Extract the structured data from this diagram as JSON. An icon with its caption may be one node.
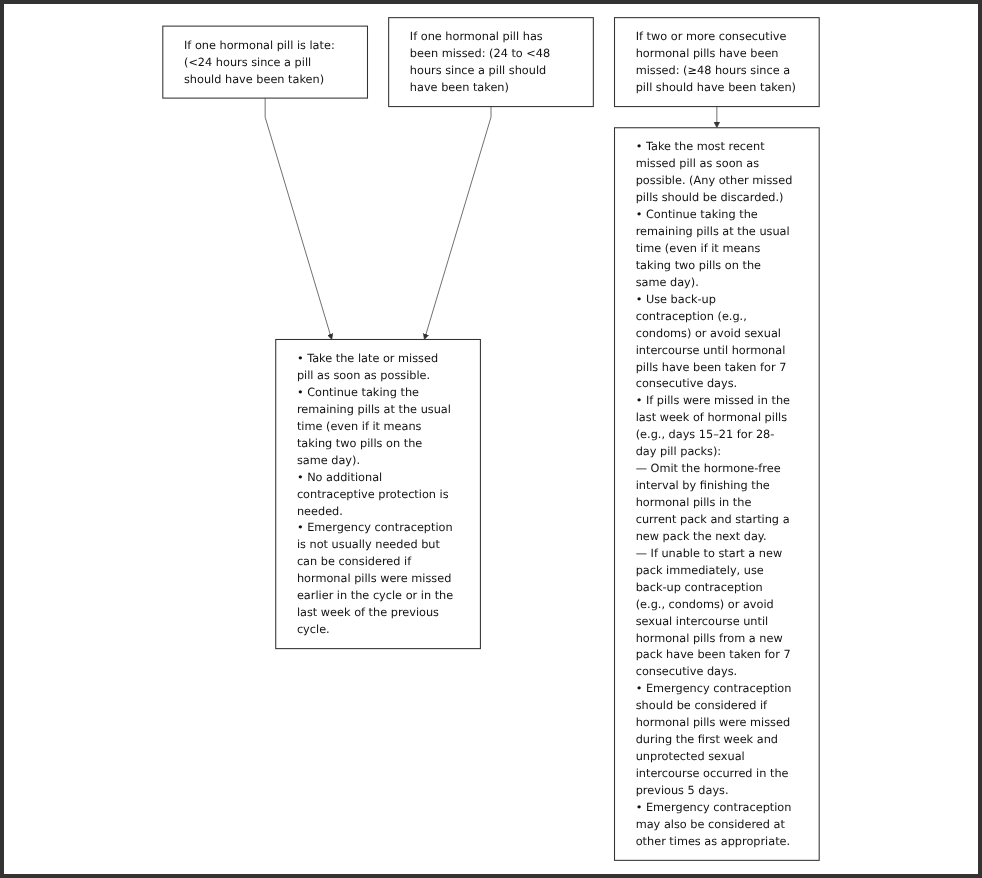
{
  "diagram": {
    "nodes": [
      {
        "text": [
          "If one hormonal pill is late: (<24 hours since a pill should have been taken)"
        ]
      },
      {
        "text": [
          "If one hormonal pill has been missed: (24 to <48 hours since a pill should have been taken)"
        ]
      },
      {
        "text": [
          "If two or more consecutive hormonal pills have been missed: (≥48 hours since a pill should have been taken)"
        ]
      },
      {
        "text": [
          "• Take the late or missed pill as soon as possible.",
          "• Continue taking the remaining pills at the usual time (even if it means taking two pills on the same day).",
          "• No additional contraceptive protection is needed.",
          "• Emergency contraception is not usually needed but can be considered if hormonal pills were missed earlier in the cycle or in the last week of the previous cycle."
        ]
      },
      {
        "text": [
          "• Take the most recent missed pill as soon as possible. (Any other missed pills should be discarded.)",
          "• Continue taking the remaining pills at the usual time (even if it means taking two pills on the same day).",
          "• Use back-up contraception (e.g., condoms) or avoid sexual intercourse until hormonal pills have been taken for 7 consecutive days.",
          "• If pills were missed in the last week of hormonal pills (e.g., days 15–21 for 28-day pill packs):",
          "— Omit the hormone-free interval by finishing the hormonal pills in the current pack and starting a new pack the next day.",
          "— If unable to start a new pack immediately, use back-up contraception (e.g., condoms) or avoid sexual intercourse until hormonal pills from a new pack have been taken for 7 consecutive days.",
          "• Emergency contraception should be considered if hormonal pills were missed during the first week and unprotected sexual intercourse occurred in the previous 5 days.",
          "• Emergency contraception may also be considered at other times as appropriate."
        ]
      }
    ],
    "edges": [
      {
        "from": 0,
        "to": 3,
        "arrow": "to"
      },
      {
        "from": 1,
        "to": 3,
        "arrow": "to"
      },
      {
        "from": 2,
        "to": 4,
        "arrow": "to"
      }
    ]
  }
}
